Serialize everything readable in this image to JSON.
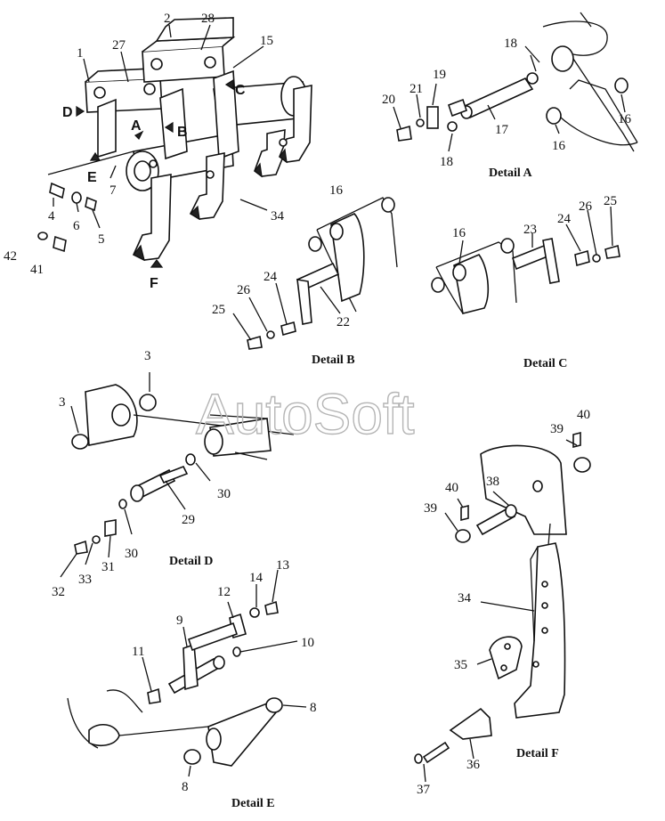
{
  "watermark": "AutoSoft",
  "captions": {
    "detail_a": "Detail A",
    "detail_b": "Detail B",
    "detail_c": "Detail C",
    "detail_d": "Detail D",
    "detail_e": "Detail E",
    "detail_f": "Detail F"
  },
  "view_markers": {
    "a": "A",
    "b": "B",
    "c": "C",
    "d": "D",
    "e": "E",
    "f": "F"
  },
  "main_labels": {
    "p1": "1",
    "p2": "2",
    "p28": "28",
    "p27": "27",
    "p15": "15",
    "p7": "7",
    "p4": "4",
    "p6": "6",
    "p5": "5",
    "p42": "42",
    "p41": "41",
    "p34": "34"
  },
  "detail_a_labels": {
    "p18a": "18",
    "p19": "19",
    "p20": "20",
    "p21": "21",
    "p17": "17",
    "p18b": "18",
    "p16a": "16",
    "p16b": "16"
  },
  "detail_b_labels": {
    "p16": "16",
    "p24": "24",
    "p26": "26",
    "p25": "25",
    "p22": "22"
  },
  "detail_c_labels": {
    "p16": "16",
    "p23": "23",
    "p24": "24",
    "p26": "26",
    "p25": "25"
  },
  "detail_d_labels": {
    "p3a": "3",
    "p3b": "3",
    "p30a": "30",
    "p29": "29",
    "p30b": "30",
    "p31": "31",
    "p33": "33",
    "p32": "32"
  },
  "detail_e_labels": {
    "p12": "12",
    "p14": "14",
    "p13": "13",
    "p9": "9",
    "p10": "10",
    "p11": "11",
    "p8a": "8",
    "p8b": "8"
  },
  "detail_f_labels": {
    "p39a": "39",
    "p40a": "40",
    "p38": "38",
    "p40b": "40",
    "p39b": "39",
    "p34": "34",
    "p35": "35",
    "p36": "36",
    "p37": "37"
  }
}
